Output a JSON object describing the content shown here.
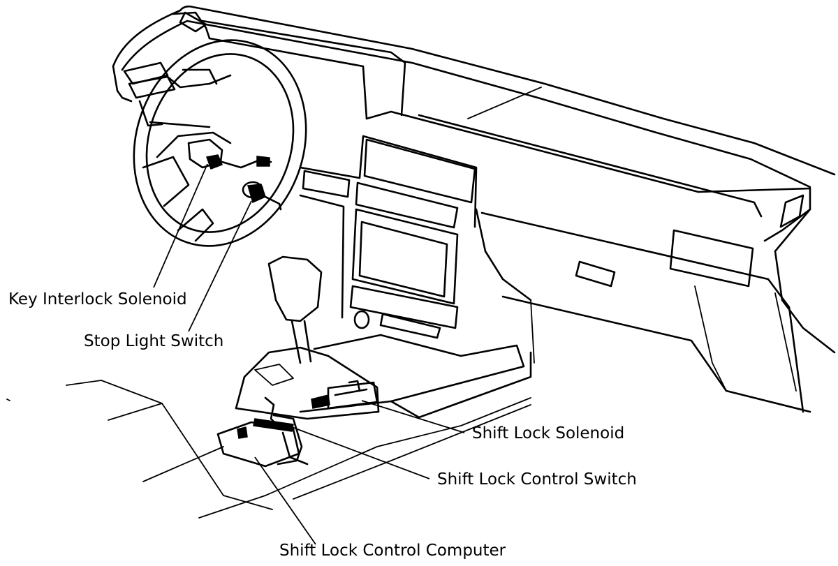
{
  "labels": {
    "key_interlock_solenoid": "Key Interlock Solenoid",
    "stop_light_switch": "Stop Light Switch",
    "shift_lock_solenoid": "Shift Lock Solenoid",
    "shift_lock_control_switch": "Shift Lock Control Switch",
    "shift_lock_control_computer": "Shift Lock Control Computer"
  }
}
